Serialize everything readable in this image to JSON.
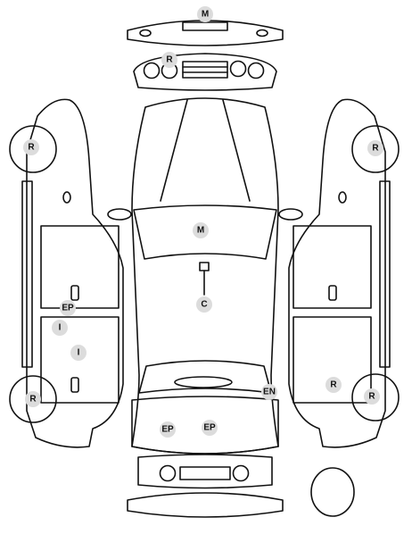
{
  "markers": {
    "m_bumper": "M",
    "r_grille": "R",
    "r_left_front": "R",
    "r_left_rear": "R",
    "r_right_front": "R",
    "r_right_rear": "R",
    "r_right_door": "R",
    "m_hood": "M",
    "c_roof": "C",
    "ep_left": "EP",
    "i_left_upper": "I",
    "i_left_lower": "I",
    "en_trunk": "EN",
    "ep_trunk_left": "EP",
    "ep_trunk_right": "EP"
  }
}
